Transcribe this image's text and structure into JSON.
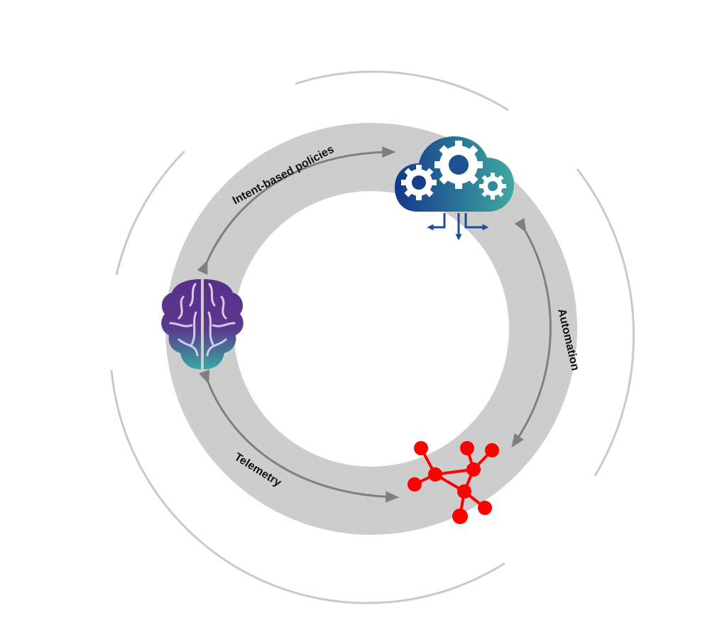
{
  "diagram": {
    "labels": {
      "intent": "Intent-based policies",
      "automation": "Automation",
      "telemetry": "Telemetry"
    },
    "nodes": [
      {
        "id": "brain",
        "icon": "brain-icon"
      },
      {
        "id": "cloud",
        "icon": "cloud-gears-icon"
      },
      {
        "id": "network",
        "icon": "network-nodes-icon"
      }
    ],
    "colors": {
      "ring": "#cdcdcd",
      "outer_arcs": "#c9c9c9",
      "arrows": "#7f7f7f",
      "brain_top": "#5b2d8a",
      "brain_bottom": "#37a8a2",
      "cloud_left": "#13388a",
      "cloud_right": "#3fa9a1",
      "network": "#ff0000"
    }
  }
}
